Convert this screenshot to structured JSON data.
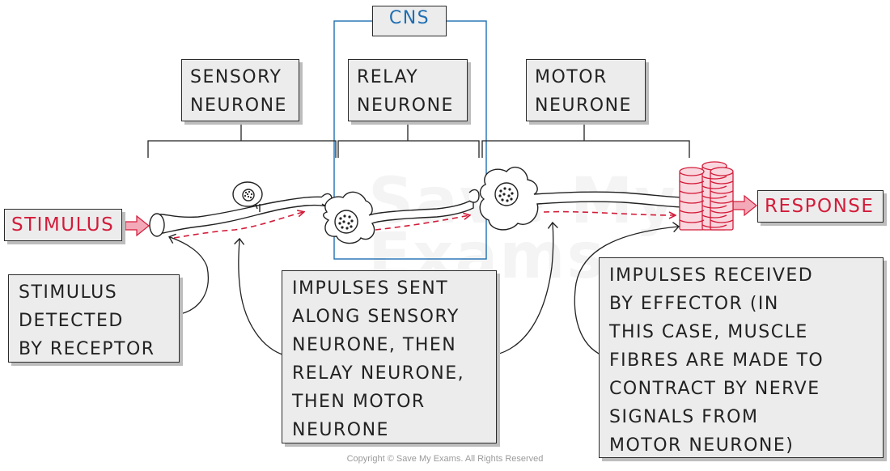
{
  "watermark": "Save My\nExams",
  "labels": {
    "cns": "CNS",
    "sensory": "SENSORY\nNEURONE",
    "relay": "RELAY\nNEURONE",
    "motor": "MOTOR\nNEURONE",
    "stimulus": "STIMULUS",
    "response": "RESPONSE"
  },
  "notes": {
    "receptor": "STIMULUS\nDETECTED\nBY RECEPTOR",
    "impulses": "IMPULSES SENT\nALONG SENSORY\nNEURONE, THEN\nRELAY NEURONE,\nTHEN MOTOR\nNEURONE",
    "effector": "IMPULSES RECEIVED\nBY EFFECTOR (IN\nTHIS CASE, MUSCLE\nFIBRES ARE MADE TO\nCONTRACT BY NERVE\nSIGNALS FROM\nMOTOR NEURONE)"
  },
  "copyright": "Copyright © Save My Exams. All Rights Reserved",
  "colors": {
    "accent_red": "#d31c3a",
    "cns_blue": "#1f6fb3",
    "box_fill": "#ececec",
    "outline": "#2b2b2b"
  }
}
